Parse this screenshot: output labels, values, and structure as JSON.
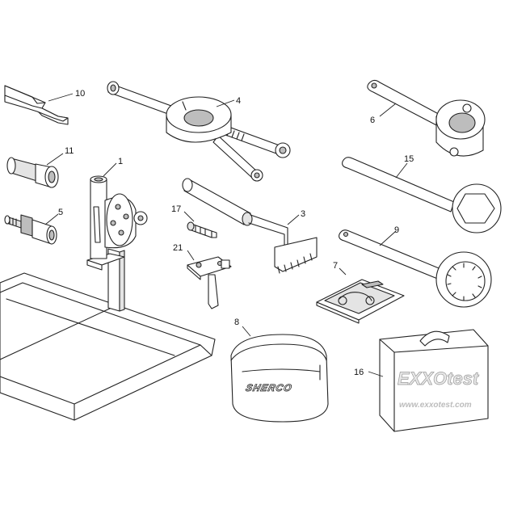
{
  "diagram": {
    "callouts": {
      "c1": "1",
      "c3": "3",
      "c4": "4",
      "c5": "5",
      "c6": "6",
      "c7": "7",
      "c8": "8",
      "c9": "9",
      "c10": "10",
      "c11": "11",
      "c15": "15",
      "c16": "16",
      "c17": "17",
      "c21": "21"
    },
    "bag_brand": "SHERCO",
    "case_brand": "EXXOtest",
    "case_url": "www.exxotest.com"
  }
}
